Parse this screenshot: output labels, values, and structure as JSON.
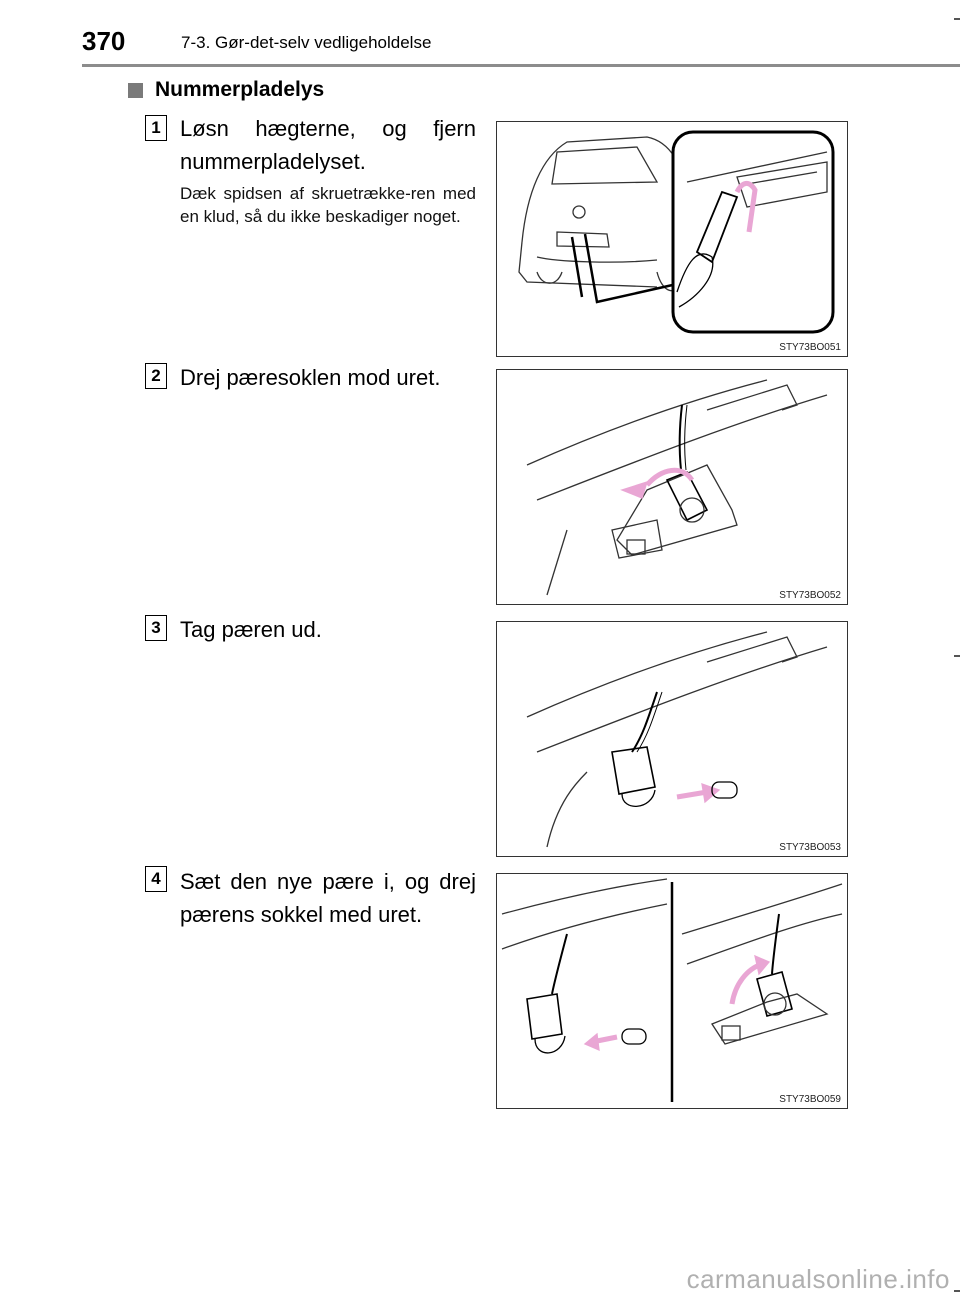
{
  "header": {
    "page_number": "370",
    "chapter": "7-3. Gør-det-selv vedligeholdelse"
  },
  "section": {
    "title": "Nummerpladelys"
  },
  "steps": [
    {
      "number": "1",
      "text": "Løsn hægterne, og fjern nummerpladelyset.",
      "note": "Dæk spidsen af skruetrække-ren med en klud, så du ikke beskadiger noget.",
      "figure_code": "STY73BO051"
    },
    {
      "number": "2",
      "text": "Drej pæresoklen mod uret.",
      "figure_code": "STY73BO052"
    },
    {
      "number": "3",
      "text": "Tag pæren ud.",
      "figure_code": "STY73BO053"
    },
    {
      "number": "4",
      "text": "Sæt den nye pære i, og drej pærens sokkel med uret.",
      "figure_code": "STY73BO059"
    }
  ],
  "arrow_color": "#e9a6d4",
  "footer": {
    "watermark": "carmanualsonline.info"
  }
}
